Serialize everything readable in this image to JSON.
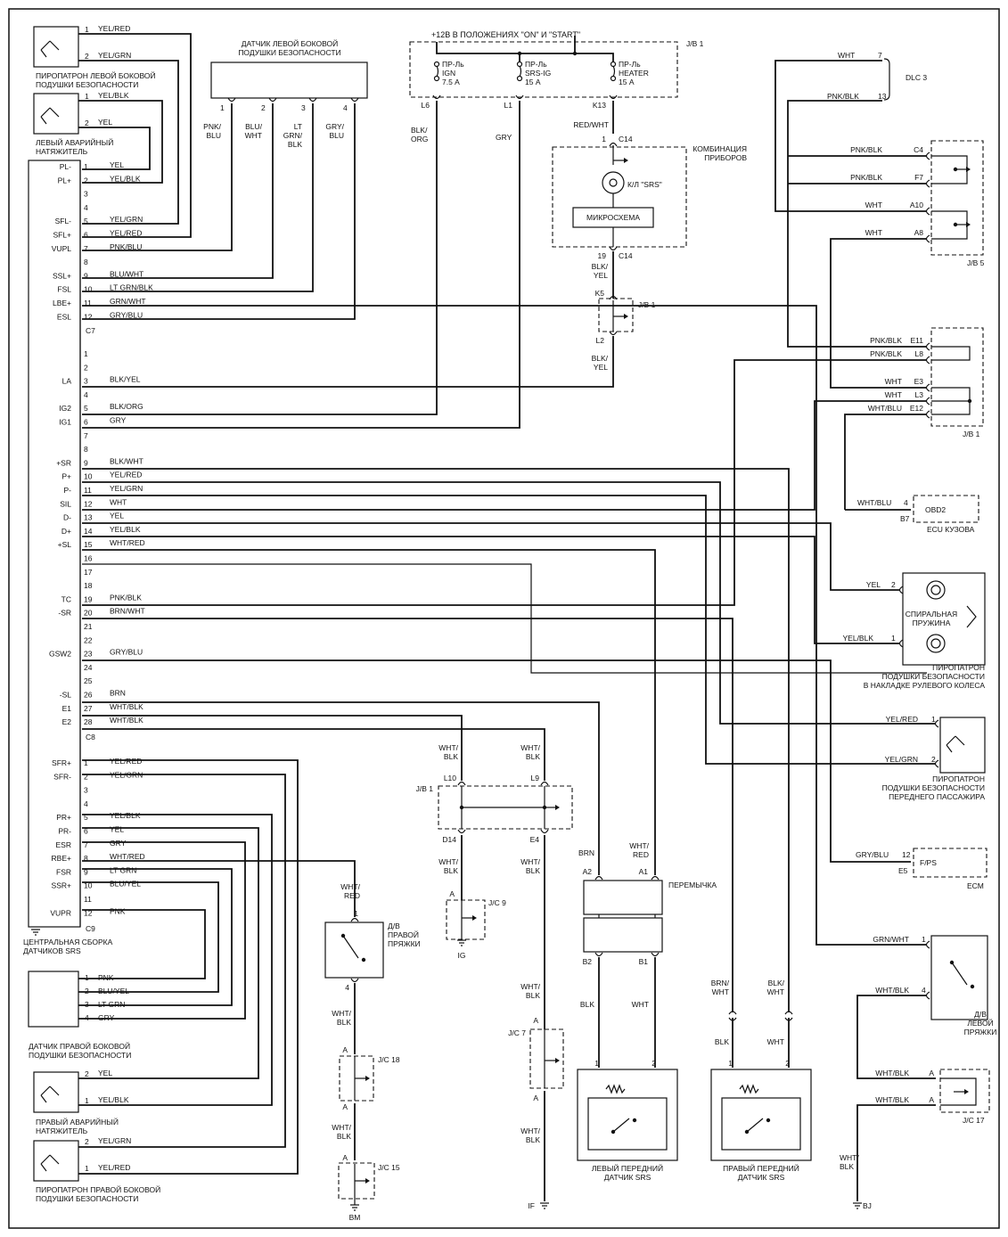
{
  "central": {
    "caption": [
      "ЦЕНТРАЛЬНАЯ СБОРКА",
      "ДАТЧИКОВ SRS"
    ],
    "connectors": [
      "C7",
      "C8",
      "C9"
    ],
    "c7": [
      {
        "pin": "1",
        "sig": "PL-",
        "color": "YEL"
      },
      {
        "pin": "2",
        "sig": "PL+",
        "color": "YEL/BLK"
      },
      {
        "pin": "3",
        "sig": "",
        "color": ""
      },
      {
        "pin": "4",
        "sig": "",
        "color": ""
      },
      {
        "pin": "5",
        "sig": "SFL-",
        "color": "YEL/GRN"
      },
      {
        "pin": "6",
        "sig": "SFL+",
        "color": "YEL/RED"
      },
      {
        "pin": "7",
        "sig": "VUPL",
        "color": "PNK/BLU"
      },
      {
        "pin": "8",
        "sig": "",
        "color": ""
      },
      {
        "pin": "9",
        "sig": "SSL+",
        "color": "BLU/WHT"
      },
      {
        "pin": "10",
        "sig": "FSL",
        "color": "LT GRN/BLK"
      },
      {
        "pin": "11",
        "sig": "LBE+",
        "color": "GRN/WHT"
      },
      {
        "pin": "12",
        "sig": "ESL",
        "color": "GRY/BLU"
      }
    ],
    "c8": [
      {
        "pin": "1",
        "sig": "",
        "color": ""
      },
      {
        "pin": "2",
        "sig": "",
        "color": ""
      },
      {
        "pin": "3",
        "sig": "LA",
        "color": "BLK/YEL"
      },
      {
        "pin": "4",
        "sig": "",
        "color": ""
      },
      {
        "pin": "5",
        "sig": "IG2",
        "color": "BLK/ORG"
      },
      {
        "pin": "6",
        "sig": "IG1",
        "color": "GRY"
      },
      {
        "pin": "7",
        "sig": "",
        "color": ""
      },
      {
        "pin": "8",
        "sig": "",
        "color": ""
      },
      {
        "pin": "9",
        "sig": "+SR",
        "color": "BLK/WHT"
      },
      {
        "pin": "10",
        "sig": "P+",
        "color": "YEL/RED"
      },
      {
        "pin": "11",
        "sig": "P-",
        "color": "YEL/GRN"
      },
      {
        "pin": "12",
        "sig": "SIL",
        "color": "WHT"
      },
      {
        "pin": "13",
        "sig": "D-",
        "color": "YEL"
      },
      {
        "pin": "14",
        "sig": "D+",
        "color": "YEL/BLK"
      },
      {
        "pin": "15",
        "sig": "+SL",
        "color": "WHT/RED"
      },
      {
        "pin": "16",
        "sig": "",
        "color": ""
      },
      {
        "pin": "17",
        "sig": "",
        "color": ""
      },
      {
        "pin": "18",
        "sig": "",
        "color": ""
      },
      {
        "pin": "19",
        "sig": "TC",
        "color": "PNK/BLK"
      },
      {
        "pin": "20",
        "sig": "-SR",
        "color": "BRN/WHT"
      },
      {
        "pin": "21",
        "sig": "",
        "color": ""
      },
      {
        "pin": "22",
        "sig": "",
        "color": ""
      },
      {
        "pin": "23",
        "sig": "GSW2",
        "color": "GRY/BLU"
      },
      {
        "pin": "24",
        "sig": "",
        "color": ""
      },
      {
        "pin": "25",
        "sig": "",
        "color": ""
      },
      {
        "pin": "26",
        "sig": "-SL",
        "color": "BRN"
      },
      {
        "pin": "27",
        "sig": "E1",
        "color": "WHT/BLK"
      },
      {
        "pin": "28",
        "sig": "E2",
        "color": "WHT/BLK"
      }
    ],
    "c9": [
      {
        "pin": "1",
        "sig": "SFR+",
        "color": "YEL/RED"
      },
      {
        "pin": "2",
        "sig": "SFR-",
        "color": "YEL/GRN"
      },
      {
        "pin": "3",
        "sig": "",
        "color": ""
      },
      {
        "pin": "4",
        "sig": "",
        "color": ""
      },
      {
        "pin": "5",
        "sig": "PR+",
        "color": "YEL/BLK"
      },
      {
        "pin": "6",
        "sig": "PR-",
        "color": "YEL"
      },
      {
        "pin": "7",
        "sig": "ESR",
        "color": "GRY"
      },
      {
        "pin": "8",
        "sig": "RBE+",
        "color": "WHT/RED"
      },
      {
        "pin": "9",
        "sig": "FSR",
        "color": "LT GRN"
      },
      {
        "pin": "10",
        "sig": "SSR+",
        "color": "BLU/YEL"
      },
      {
        "pin": "11",
        "sig": "",
        "color": ""
      },
      {
        "pin": "12",
        "sig": "VUPR",
        "color": "PNK"
      }
    ]
  },
  "left_side_sensor": {
    "title": [
      "ДАТЧИК ЛЕВОЙ БОКОВОЙ",
      "ПОДУШКИ БЕЗОПАСНОСТИ"
    ],
    "pins": [
      "1",
      "2",
      "3",
      "4"
    ],
    "wires": [
      [
        "PNK/",
        "BLU"
      ],
      [
        "BLU/",
        "WHT"
      ],
      [
        "LT",
        "GRN/",
        "BLK"
      ],
      [
        "GRY/",
        "BLU"
      ]
    ]
  },
  "left_pyro": {
    "caption": [
      "ПИРОПАТРОН ЛЕВОЙ БОКОВОЙ",
      "ПОДУШКИ БЕЗОПАСНОСТИ"
    ],
    "pins": [
      "1",
      "2"
    ],
    "colors": [
      "YEL/RED",
      "YEL/GRN"
    ]
  },
  "left_pretensioner": {
    "caption": [
      "ЛЕВЫЙ АВАРИЙНЫЙ",
      "НАТЯЖИТЕЛЬ"
    ],
    "pins": [
      "1",
      "2"
    ],
    "colors": [
      "YEL/BLK",
      "YEL"
    ]
  },
  "right_side_sensor": {
    "caption": [
      "ДАТЧИК ПРАВОЙ БОКОВОЙ",
      "ПОДУШКИ БЕЗОПАСНОСТИ"
    ],
    "pins": [
      "1",
      "2",
      "3",
      "4"
    ],
    "colors": [
      "PNK",
      "BLU/YEL",
      "LT GRN",
      "GRY"
    ]
  },
  "right_pretensioner": {
    "caption": [
      "ПРАВЫЙ АВАРИЙНЫЙ",
      "НАТЯЖИТЕЛЬ"
    ],
    "pins": [
      "2",
      "1"
    ],
    "colors": [
      "YEL",
      "YEL/BLK"
    ]
  },
  "right_pyro": {
    "caption": [
      "ПИРОПАТРОН ПРАВОЙ БОКОВОЙ",
      "ПОДУШКИ БЕЗОПАСНОСТИ"
    ],
    "pins": [
      "2",
      "1"
    ],
    "colors": [
      "YEL/GRN",
      "YEL/RED"
    ]
  },
  "fuse_box": {
    "supply": "+12В В ПОЛОЖЕНИЯХ \"ON\" И \"START\"",
    "name": "J/B 1",
    "fuses": [
      {
        "lines": [
          "ПР-Ль",
          "IGN",
          "7.5 А"
        ],
        "out": "L6",
        "wire": [
          "BLK/",
          "ORG"
        ]
      },
      {
        "lines": [
          "ПР-Ль",
          "SRS-IG",
          "15 А"
        ],
        "out": "L1",
        "wire": [
          "GRY"
        ]
      },
      {
        "lines": [
          "ПР-Ль",
          "HEATER",
          "15 А"
        ],
        "out": "K13",
        "wire": [
          "RED/WHT"
        ]
      }
    ]
  },
  "instrument_cluster": {
    "title": [
      "КОМБИНАЦИЯ",
      "ПРИБОРОВ"
    ],
    "lamp": "К/Л \"SRS\"",
    "ic": "МИКРОСХЕМА",
    "pin_in": "1",
    "pin_out": "19",
    "connector": "C14",
    "out_wire": [
      "BLK/",
      "YEL"
    ]
  },
  "jb1_k5": {
    "name": "J/B 1",
    "in": "K5",
    "out": "L2",
    "wire": [
      "BLK/",
      "YEL"
    ]
  },
  "dlc3": {
    "name": "DLC 3",
    "pins": [
      {
        "pin": "7",
        "color": "WHT"
      },
      {
        "pin": "13",
        "color": "PNK/BLK"
      }
    ]
  },
  "jb5": {
    "name": "J/B 5",
    "pins": [
      {
        "pin": "C4",
        "color": "PNK/BLK"
      },
      {
        "pin": "F7",
        "color": "PNK/BLK"
      },
      {
        "pin": "A10",
        "color": "WHT"
      },
      {
        "pin": "A8",
        "color": "WHT"
      }
    ]
  },
  "jb1_right": {
    "name": "J/B 1",
    "pins": [
      {
        "pin": "E11",
        "color": "PNK/BLK"
      },
      {
        "pin": "L8",
        "color": "PNK/BLK"
      },
      {
        "pin": "E3",
        "color": "WHT"
      },
      {
        "pin": "L3",
        "color": "WHT"
      },
      {
        "pin": "E12",
        "color": "WHT/BLU"
      }
    ]
  },
  "obd2": {
    "name": "OBD2",
    "pin": "4",
    "conn": "B7",
    "color": "WHT/BLU",
    "caption": "ECU КУЗОВА"
  },
  "spiral": {
    "name": [
      "СПИРАЛЬНАЯ",
      "ПРУЖИНА"
    ],
    "pins": [
      {
        "pin": "2",
        "color": "YEL"
      },
      {
        "pin": "1",
        "color": "YEL/BLK"
      }
    ],
    "caption": [
      "ПИРОПАТРОН",
      "ПОДУШКИ БЕЗОПАСНОСТИ",
      "В НАКЛАДКЕ РУЛЕВОГО КОЛЕСА"
    ]
  },
  "passenger_pyro": {
    "pins": [
      {
        "pin": "1",
        "color": "YEL/RED"
      },
      {
        "pin": "2",
        "color": "YEL/GRN"
      }
    ],
    "caption": [
      "ПИРОПАТРОН",
      "ПОДУШКИ БЕЗОПАСНОСТИ",
      "ПЕРЕДНЕГО ПАССАЖИРА"
    ]
  },
  "ecm": {
    "name": "ECM",
    "pin": "12",
    "conn": "E5",
    "color": "GRY/BLU",
    "label": "F/PS"
  },
  "left_buckle": {
    "caption": [
      "Д/В",
      "ЛЕВОЙ",
      "ПРЯЖКИ"
    ],
    "pins": [
      {
        "pin": "1",
        "color": "GRN/WHT"
      },
      {
        "pin": "4",
        "color": "WHT/BLK"
      }
    ]
  },
  "jc17": {
    "name": "J/C 17",
    "pins": [
      "A",
      "A"
    ],
    "colors": [
      "WHT/BLK",
      "WHT/BLK"
    ],
    "bottom_wire": [
      "WHT/",
      "BLK"
    ],
    "ground": "BJ"
  },
  "right_buckle": {
    "caption": [
      "Д/В",
      "ПРАВОЙ",
      "ПРЯЖКИ"
    ],
    "pins": [
      "1",
      "4"
    ],
    "in_wire": [
      "WHT/",
      "RED"
    ],
    "out_wire": [
      "WHT/",
      "BLK"
    ]
  },
  "jc18": {
    "name": "J/C 18",
    "pins": [
      "A",
      "A"
    ],
    "wire": [
      "WHT/",
      "BLK"
    ]
  },
  "jc15": {
    "name": "J/C 15",
    "pin": "A",
    "ground": "BM"
  },
  "jb1_mid": {
    "name": "J/B 1",
    "top": [
      "L10",
      "L9"
    ],
    "bottom": [
      "D14",
      "E4"
    ],
    "top_wires": [
      [
        "WHT/",
        "BLK"
      ],
      [
        "WHT/",
        "BLK"
      ]
    ],
    "bottom_wires": [
      [
        "WHT/",
        "BLK"
      ],
      [
        "WHT/",
        "BLK"
      ]
    ]
  },
  "jc9": {
    "name": "J/C 9",
    "pin": "A",
    "ground": "IG"
  },
  "jc7": {
    "name": "J/C 7",
    "pins": [
      "A",
      "A"
    ],
    "in_wire": [
      "WHT/",
      "BLK"
    ],
    "out_wire": [
      "WHT/",
      "BLK"
    ],
    "ground": "IF"
  },
  "jumper": {
    "name": "ПЕРЕМЫЧКА",
    "top": [
      "A2",
      "A1"
    ],
    "bottom": [
      "B2",
      "B1"
    ],
    "in_wires": [
      [
        "BRN"
      ],
      [
        "WHT/",
        "RED"
      ]
    ],
    "out_wires": [
      [
        "BLK"
      ],
      [
        "WHT"
      ]
    ]
  },
  "left_front_sensor": {
    "caption": [
      "ЛЕВЫЙ ПЕРЕДНИЙ",
      "ДАТЧИК SRS"
    ],
    "pins": [
      "1",
      "2"
    ]
  },
  "right_front_sensor": {
    "caption": [
      "ПРАВЫЙ ПЕРЕДНИЙ",
      "ДАТЧИК SRS"
    ],
    "pins": [
      "1",
      "2"
    ],
    "in_wires": [
      [
        "BRN/",
        "WHT"
      ],
      [
        "BLK/",
        "WHT"
      ]
    ],
    "out_wires": [
      [
        "BLK"
      ],
      [
        "WHT"
      ]
    ]
  }
}
